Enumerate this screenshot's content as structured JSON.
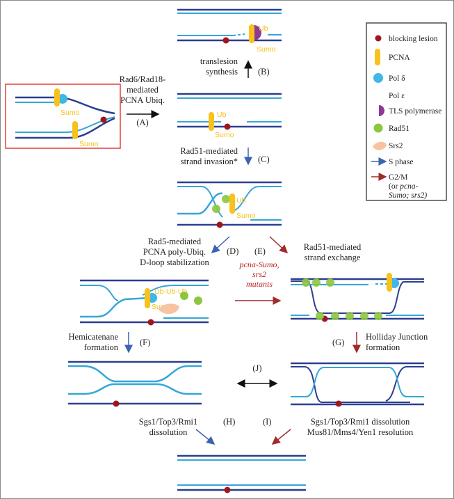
{
  "labels": {
    "A": "Rad6/Rad18-\nmediated\nPCNA Ubiq.\n(A)",
    "B": "translesion\nsynthesis",
    "B_tag": "(B)",
    "C": "Rad51-mediated\nstrand invasion*",
    "C_tag": "(C)",
    "D": "Rad5-mediated\nPCNA poly-Ubiq.\nD-loop stabilization",
    "D_tag": "(D)",
    "E_tag": "(E)",
    "E": "Rad51-mediated\nstrand exchange",
    "mutants": "pcna-Sumo,\nsrs2\nmutants",
    "F": "Hemicatenane\nformation",
    "F_tag": "(F)",
    "G_tag": "(G)",
    "G": "Holliday Junction\nformation",
    "J_tag": "(J)",
    "H": "Sgs1/Top3/Rmi1\ndissolution",
    "H_tag": "(H)",
    "I_tag": "(I)",
    "I": "Sgs1/Top3/Rmi1 dissolution\nMus81/Mms4/Yen1 resolution"
  },
  "tags": {
    "sumo": "Sumo",
    "ub": "Ub",
    "ub_poly": "Ub-Ub-Ub"
  },
  "legend": {
    "items": [
      {
        "label": "blocking lesion",
        "icon": "lesion-icon"
      },
      {
        "label": "PCNA",
        "icon": "pcna-icon"
      },
      {
        "label": "Pol δ",
        "icon": "pol-delta-icon"
      },
      {
        "label": "Pol ε",
        "icon": "pol-epsilon-icon"
      },
      {
        "label": "TLS polymerase",
        "icon": "tls-polymerase-icon"
      },
      {
        "label": "Rad51",
        "icon": "rad51-icon"
      },
      {
        "label": "Srs2",
        "icon": "srs2-icon"
      },
      {
        "label": "S phase",
        "icon": "blue-arrow-icon"
      },
      {
        "label": "G2/M",
        "icon": "red-arrow-icon"
      }
    ],
    "g2m_note_1": "(or ",
    "g2m_note_italic": "pcna-",
    "g2m_note_2": "Sumo; srs2)"
  },
  "colors": {
    "dark_strand": "#2b3f8f",
    "light_strand": "#35a6d8",
    "lesion": "#a0161e",
    "pcna": "#f6c21b",
    "pol_delta": "#3fb8e6",
    "pol_epsilon": "#243f95",
    "tls": "#8d3a97",
    "rad51": "#8cc63f",
    "srs2": "#f7c3a0",
    "blue_arrow": "#3a64ad",
    "red_arrow": "#a12a2a",
    "box_red": "#e0403a"
  }
}
